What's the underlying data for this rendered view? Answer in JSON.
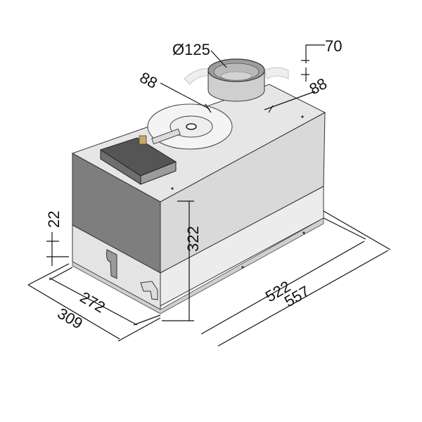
{
  "dimensions": {
    "duct_diameter": "Ø125",
    "duct_offset_top": "70",
    "duct_offset_right": "88",
    "duct_offset_left": "88",
    "visible_lip_height": "22",
    "body_height": "322",
    "inner_depth": "272",
    "outer_depth": "309",
    "inner_width": "522",
    "outer_width": "557"
  },
  "colors": {
    "front_dark": "#7e7e7e",
    "top_panel": "#e6e6e6",
    "side_panel": "#d8d8d8",
    "lower_panel": "#e9e9e9",
    "line": "#111111"
  }
}
